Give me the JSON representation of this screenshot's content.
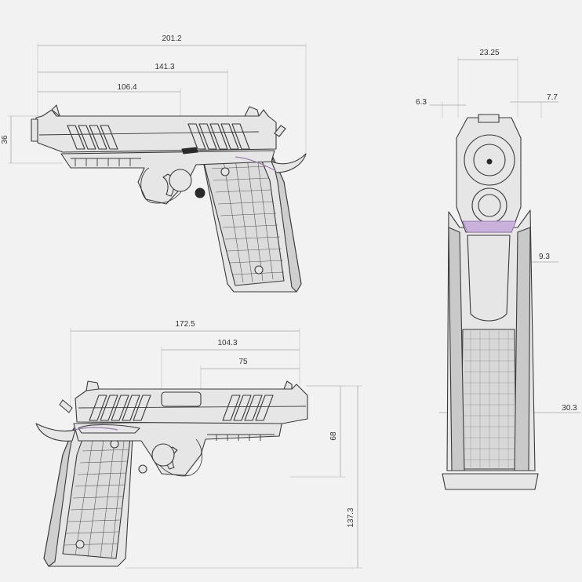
{
  "dimensions": {
    "side_right": {
      "overall_length": "201.2",
      "length_mid": "141.3",
      "length_short": "106.4",
      "slide_height": "36"
    },
    "side_left": {
      "length_long": "172.5",
      "length_mid": "104.3",
      "length_short": "75",
      "slide_height": "68",
      "overall_height": "137.3"
    },
    "rear": {
      "width_top": "23.25",
      "offset_left": "6.3",
      "offset_right": "7.7",
      "depth_mid": "9.3",
      "grip_width": "30.3"
    }
  },
  "colors": {
    "background": "#f2f2f2",
    "outline": "#3a3a3a",
    "dimension": "#a8a8a8",
    "accent": "#9b7bb5"
  }
}
